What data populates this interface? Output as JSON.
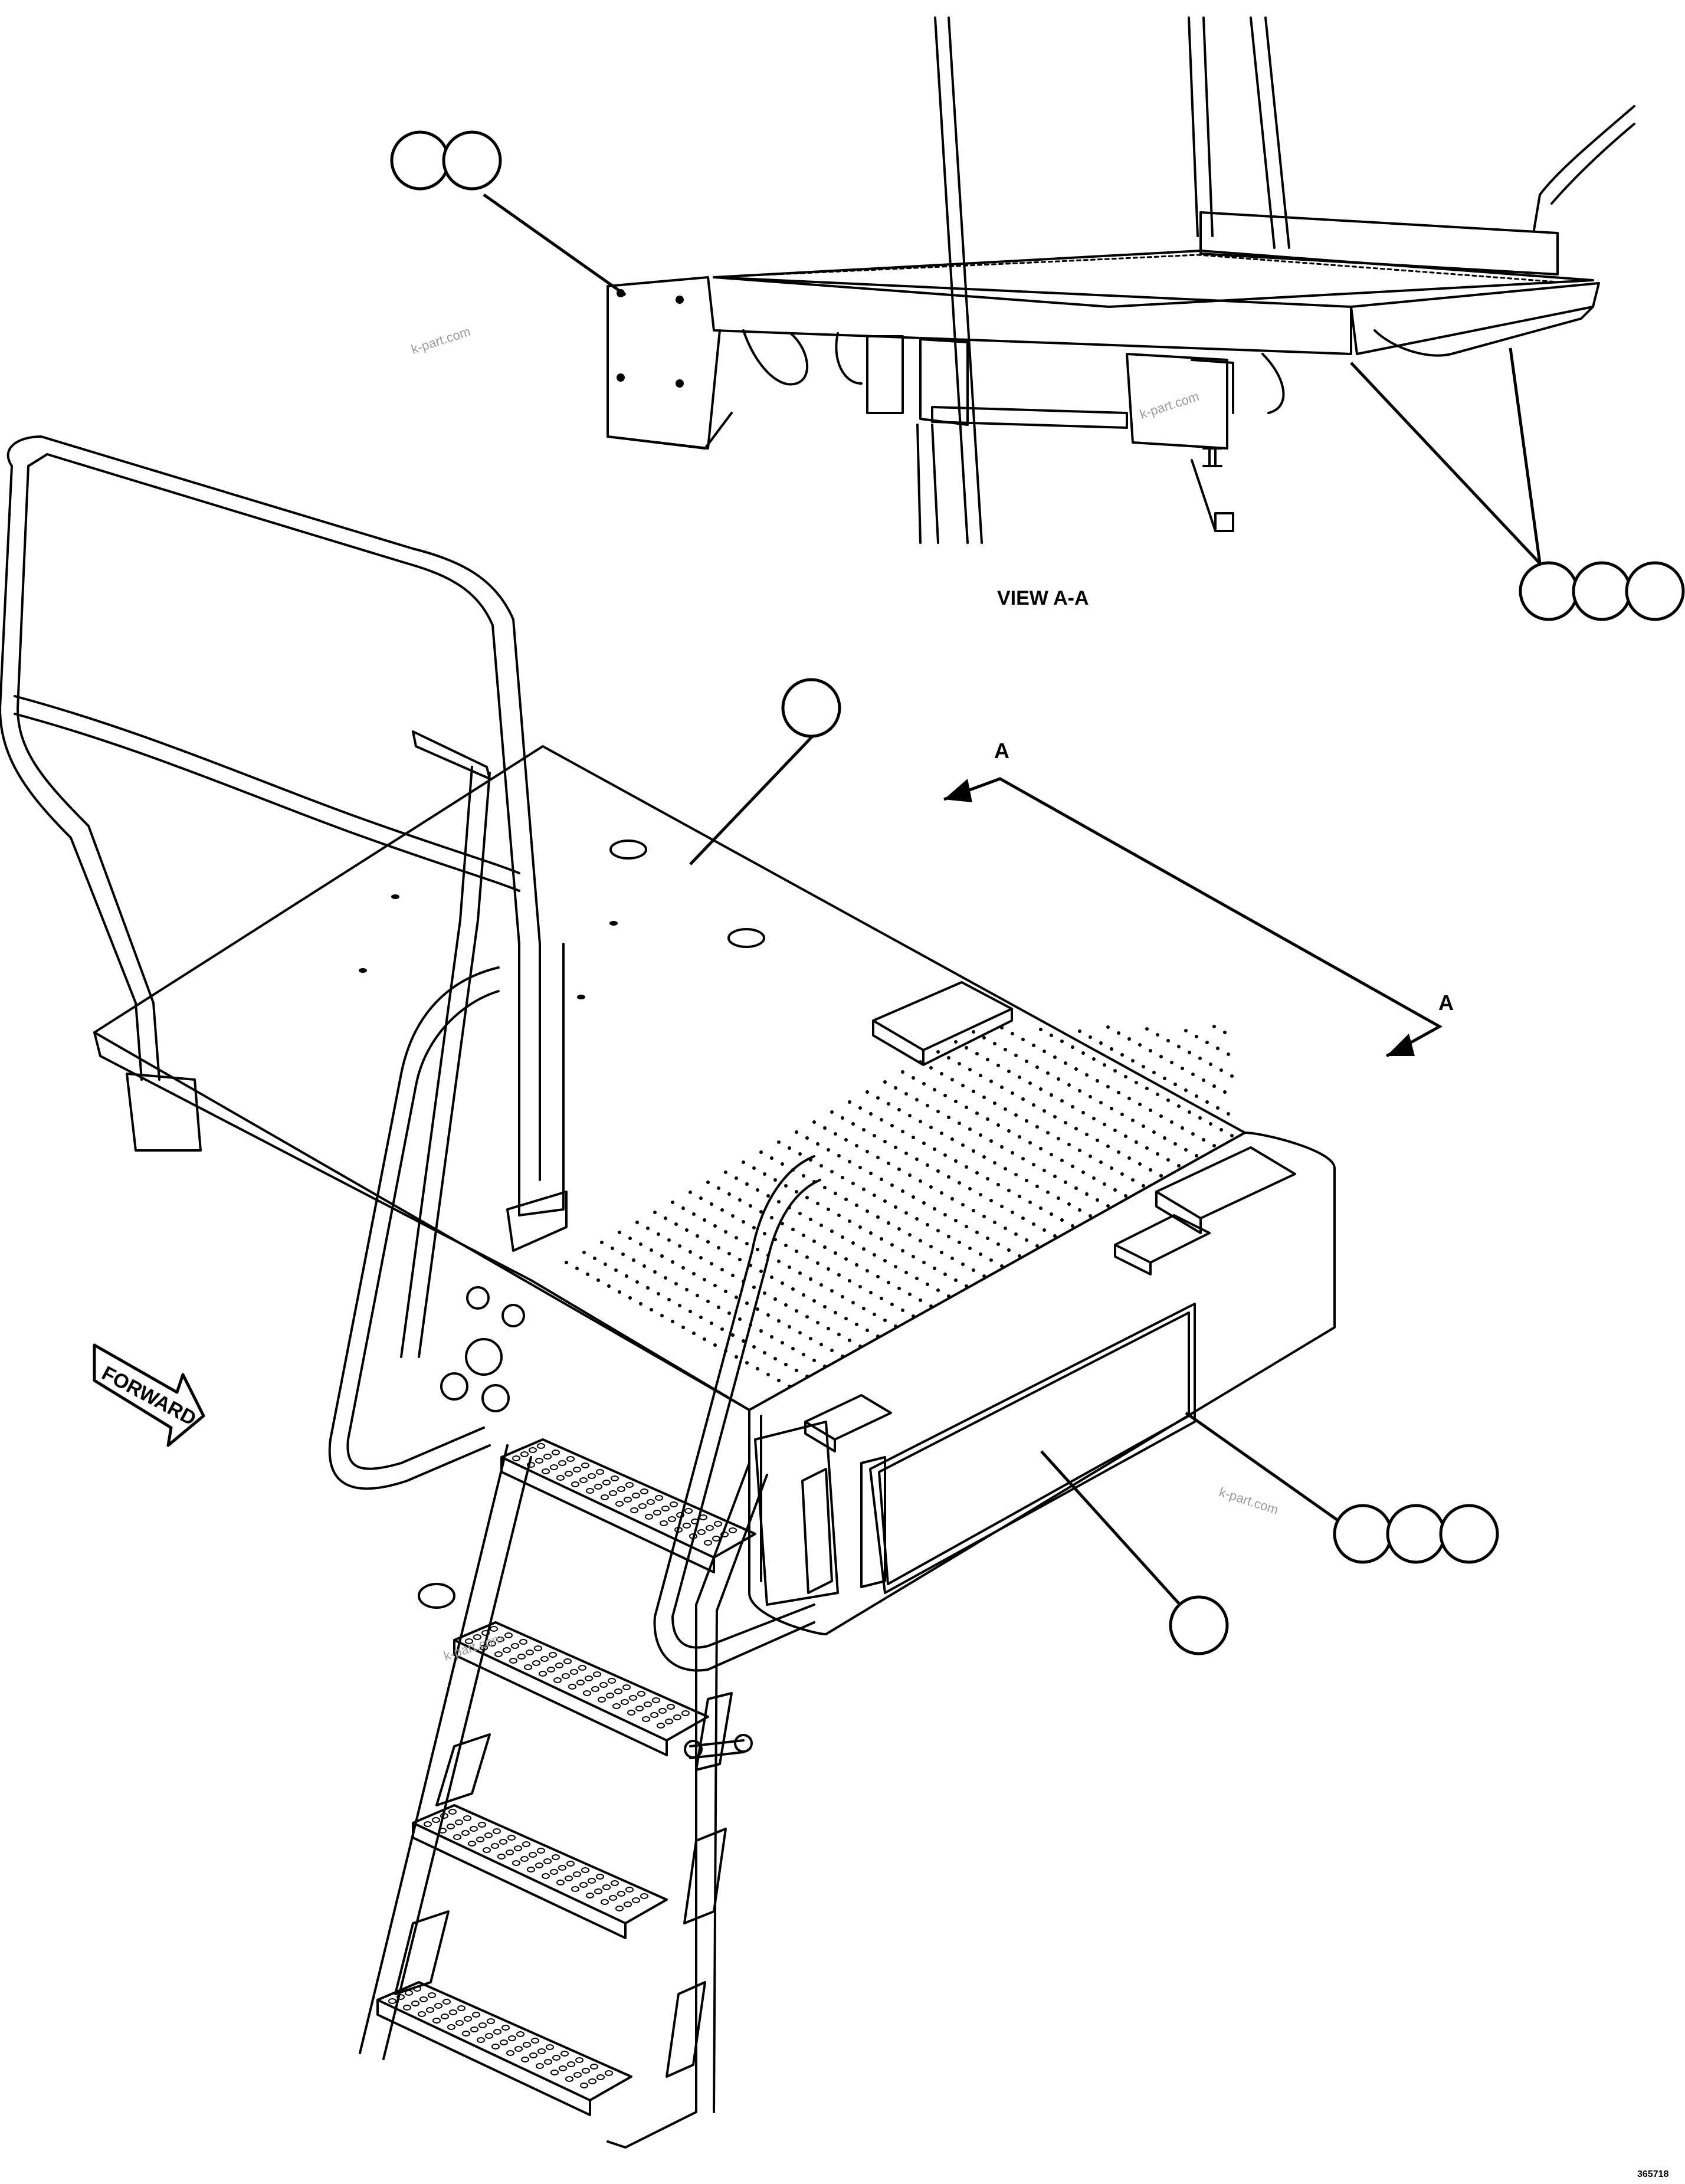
{
  "view_label": "VIEW A-A",
  "section_marker_top": "A",
  "section_marker_bottom": "A",
  "forward_label": "FORWARD",
  "watermarks": [
    "k-part.com",
    "k-part.com",
    "k-part.com",
    "k-part.com"
  ],
  "drawing_code": "365718",
  "icons": [
    "forward-arrow-icon"
  ]
}
